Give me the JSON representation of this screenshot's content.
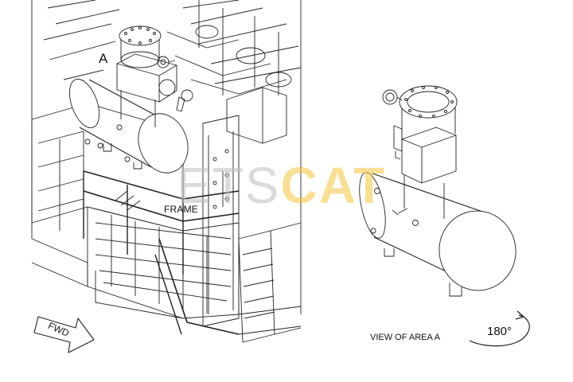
{
  "labels": {
    "area_callout": "A",
    "frame": "FRAME",
    "view_caption": "VIEW OF AREA A",
    "rotation": "180°",
    "forward": "FWD"
  },
  "watermark": {
    "part1": "ETS",
    "part2": "CAT",
    "color1": "#bdbdbd",
    "color2": "#f4c542"
  }
}
